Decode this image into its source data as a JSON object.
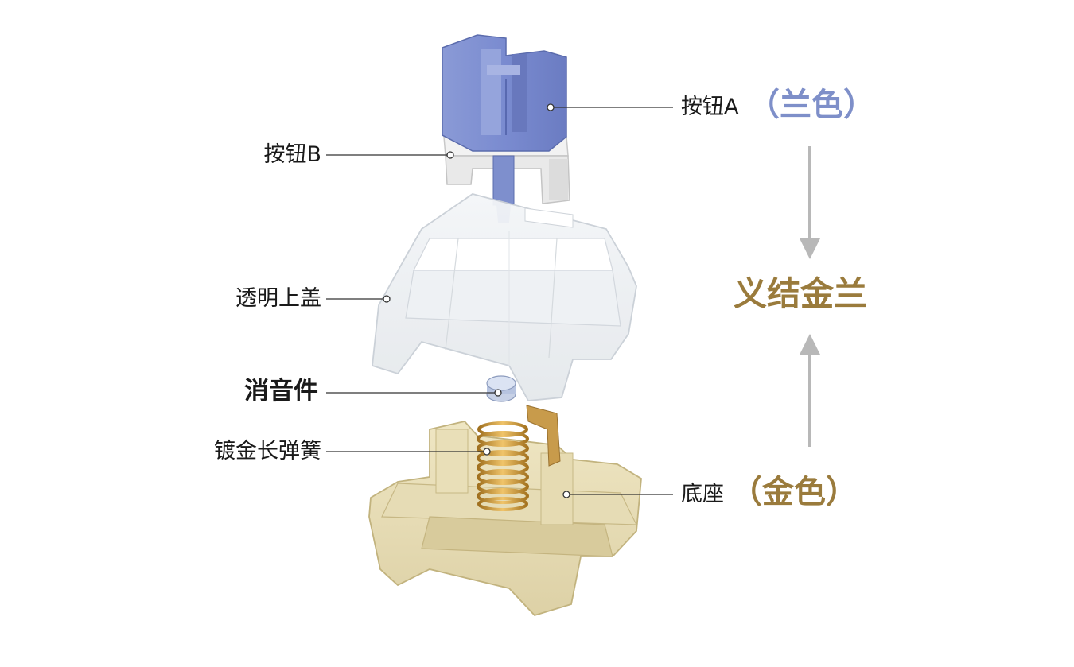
{
  "colors": {
    "blue": "#7e8fc9",
    "gold": "#9a7b3c",
    "arrow": "#b8b8b8",
    "line": "#333333"
  },
  "labels": {
    "button_a": "按钮A",
    "button_a_color": "（兰色）",
    "button_b": "按钮B",
    "top_cover": "透明上盖",
    "silencer": "消音件",
    "spring": "镀金长弹簧",
    "base": "底座",
    "base_color": "（金色）",
    "title": "义结金兰"
  }
}
